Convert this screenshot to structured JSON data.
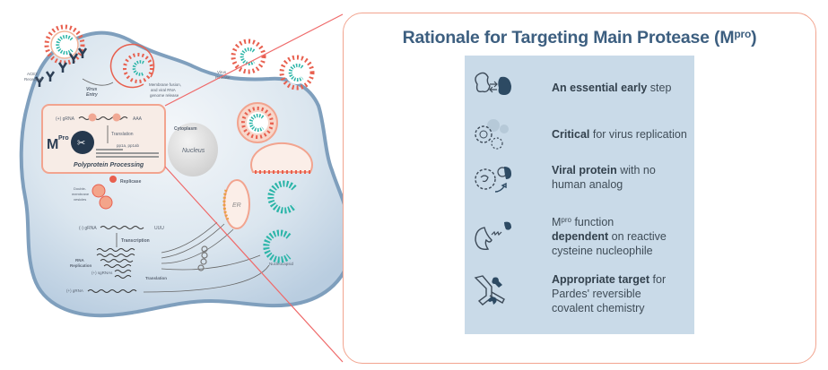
{
  "diagram": {
    "labels": {
      "ace2": "ACE2",
      "receptors": "Receptors",
      "virus_entry_1": "Virus",
      "virus_entry_2": "Entry",
      "membrane_1": "Membrane fusion,",
      "membrane_2": "and viral RNA",
      "membrane_3": "genome release",
      "virus_release_1": "Virus",
      "virus_release_2": "Release",
      "cytoplasm": "Cytoplasm",
      "gRNA_top": "(+) gRNA",
      "aaa": "AAA",
      "translation_top": "Translation",
      "mpro_m": "M",
      "mpro_sup": "Pro",
      "pp": "pp1a, pp1ab",
      "polyprotein": "Polyprotein Processing",
      "nucleus": "Nucleus",
      "replicase": "Replicase",
      "dmv_1": "Double-",
      "dmv_2": "membrane",
      "dmv_3": "vesicles",
      "neg_gRNA": "(-) gRNA",
      "uuu": "UUU",
      "transcription": "Transcription",
      "rna_rep_1": "RNA",
      "rna_rep_2": "Replication",
      "sgRNAs": "(+) sgRNAs",
      "translation_bottom": "Translation",
      "gRNA_bottom": "(+) gRNA",
      "er": "ER",
      "nucleocapsid": "Nucleocapsid"
    },
    "colors": {
      "cell_fill": "#cfdeeb",
      "cell_border": "#7f9fbd",
      "virus_spike": "#e8604f",
      "virus_rna": "#2bb5a8",
      "highlight": "#f2a48f",
      "receptor": "#2d3f55"
    }
  },
  "panel": {
    "title_main": "Rationale for Targeting Main Protease (M",
    "title_sup": "pro",
    "title_close": ")",
    "items": [
      {
        "icon": "protein-binding-icon",
        "bold": "An essential early",
        "rest": " step"
      },
      {
        "icon": "virus-replication-icon",
        "bold": "Critical",
        "rest": " for virus replication"
      },
      {
        "icon": "viral-protein-icon",
        "bold": "Viral protein",
        "rest": " with no",
        "line2": "human analog"
      },
      {
        "icon": "cysteine-nucleophile-icon",
        "pre": "M",
        "pre_sup": "pro",
        "pre_rest": " function",
        "bold": "dependent",
        "rest": " on reactive",
        "line3": "cysteine nucleophile"
      },
      {
        "icon": "wrench-target-icon",
        "bold": "Appropriate target",
        "rest": " for",
        "line2": "Pardes' reversible",
        "line3": "covalent chemistry"
      }
    ]
  }
}
